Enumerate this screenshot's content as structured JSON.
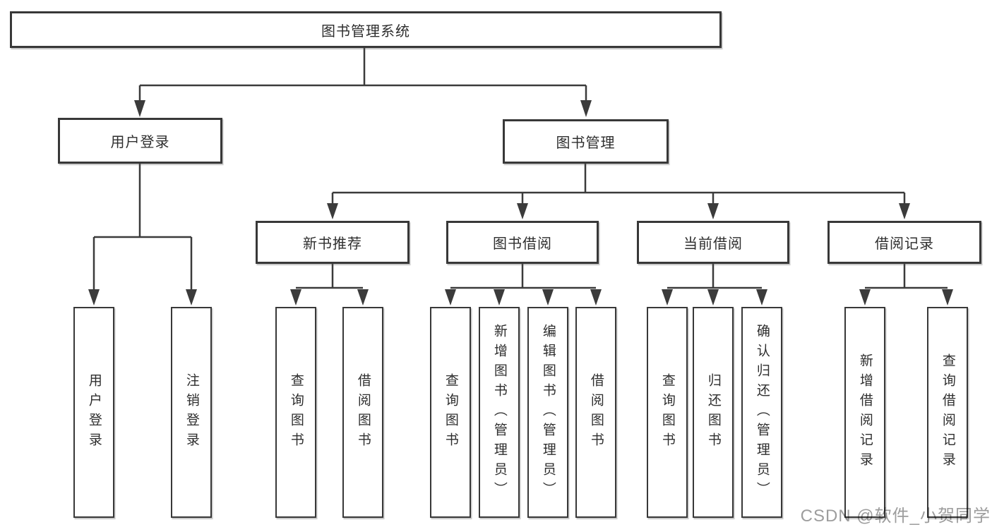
{
  "watermark": {
    "text": "CSDN @软件_小贺同学"
  },
  "colors": {
    "line": "#3b3b3b",
    "box_border": "#383838",
    "text": "#2e2e2e",
    "watermark": "#9d9d9d",
    "background": "#ffffff"
  },
  "tree": {
    "root": {
      "label": "图书管理系统",
      "children": [
        {
          "label": "用户登录",
          "children": [
            {
              "label": "用户登录"
            },
            {
              "label": "注销登录"
            }
          ]
        },
        {
          "label": "图书管理",
          "children": [
            {
              "label": "新书推荐",
              "children": [
                {
                  "label": "查询图书"
                },
                {
                  "label": "借阅图书"
                }
              ]
            },
            {
              "label": "图书借阅",
              "children": [
                {
                  "label": "查询图书"
                },
                {
                  "label": "新增图书（管理员）"
                },
                {
                  "label": "编辑图书（管理员）"
                },
                {
                  "label": "借阅图书"
                }
              ]
            },
            {
              "label": "当前借阅",
              "children": [
                {
                  "label": "查询图书"
                },
                {
                  "label": "归还图书"
                },
                {
                  "label": "确认归还（管理员）"
                }
              ]
            },
            {
              "label": "借阅记录",
              "children": [
                {
                  "label": "新增借阅记录"
                },
                {
                  "label": "查询借阅记录"
                }
              ]
            }
          ]
        }
      ]
    }
  }
}
